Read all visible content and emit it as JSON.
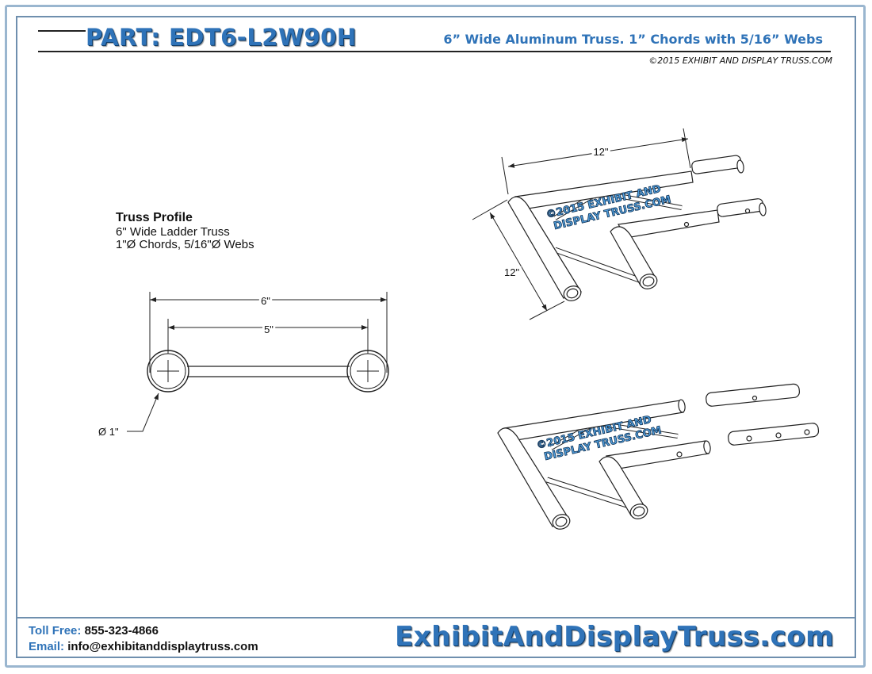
{
  "header": {
    "part_number": "PART: EDT6-L2W90H",
    "subtitle": "6” Wide Aluminum Truss. 1” Chords with 5/16” Webs",
    "copyright": "©2015 EXHIBIT AND DISPLAY TRUSS.COM"
  },
  "profile": {
    "title": "Truss Profile",
    "line1": "6\" Wide Ladder Truss",
    "line2": "1\"Ø Chords, 5/16\"Ø Webs",
    "dim_overall": "6\"",
    "dim_center": "5\"",
    "dim_diameter": "Ø 1\""
  },
  "iso_drawing": {
    "dim_length": "12\"",
    "dim_leg": "12\"",
    "watermark_line1": "©2015 EXHIBIT AND",
    "watermark_line2": "DISPLAY TRUSS.COM"
  },
  "footer": {
    "toll_free_label": "Toll Free:",
    "toll_free_value": "855-323-4866",
    "email_label": "Email:",
    "email_value": "info@exhibitanddisplaytruss.com",
    "brand": "ExhibitAndDisplayTruss.com"
  },
  "colors": {
    "brand_blue": "#2f73b8",
    "frame_blue": "#6f8fae"
  }
}
